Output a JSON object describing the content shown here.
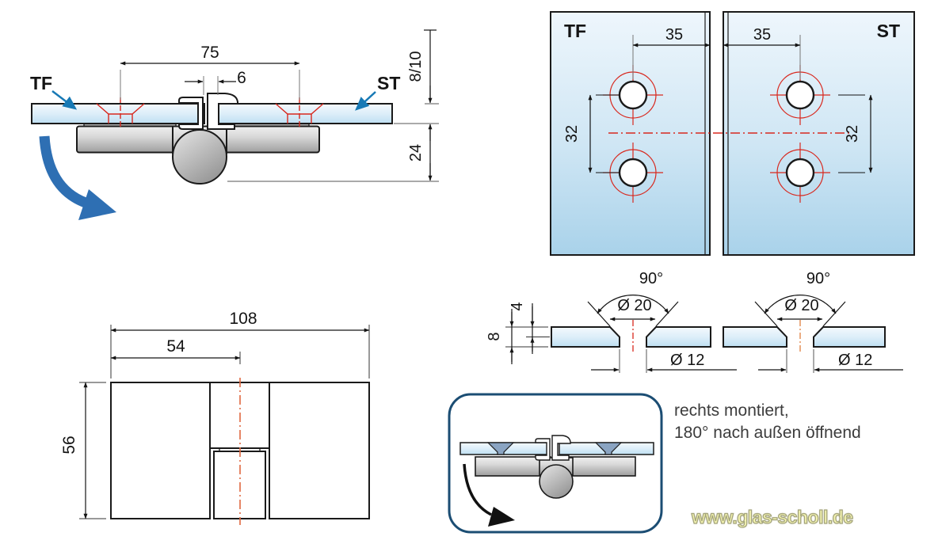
{
  "colors": {
    "label_blue": "#1779b5",
    "swing_arrow_blue": "#2e6fb3",
    "dim_red": "#d8281e",
    "centerline_orange": "#e06840",
    "glass_top": "#f4f9fd",
    "glass_bottom": "#bedff2",
    "panel_top": "#eef6fc",
    "panel_bottom": "#a9d2ea",
    "body_gray_light": "#f0f0f0",
    "body_gray_dark": "#9e9e9e",
    "info_box_border": "#1b4d73",
    "note_text": "#3c3c3c",
    "watermark_fill": "#f5f5b0"
  },
  "section_view": {
    "label_tf": "TF",
    "label_st": "ST",
    "dim_width": "75",
    "dim_gap": "6",
    "dim_glass_thickness": "8/10",
    "dim_body_height": "24"
  },
  "plan_view": {
    "label_tf": "TF",
    "label_st": "ST",
    "dim_edge_tf": "35",
    "dim_edge_st": "35",
    "dim_spacing_tf": "32",
    "dim_spacing_st": "32"
  },
  "hole_section_tf": {
    "angle": "90°",
    "dia_countersink": "Ø 20",
    "dia_hole": "Ø 12",
    "dim_depth": "4",
    "dim_thickness": "8"
  },
  "hole_section_st": {
    "angle": "90°",
    "dia_countersink": "Ø 20",
    "dia_hole": "Ø 12"
  },
  "front_view": {
    "dim_width_total": "108",
    "dim_width_center": "54",
    "dim_height": "56"
  },
  "note": {
    "line1": "rechts montiert,",
    "line2": "180° nach außen öffnend"
  },
  "watermark_text": "www.glas-scholl.de"
}
